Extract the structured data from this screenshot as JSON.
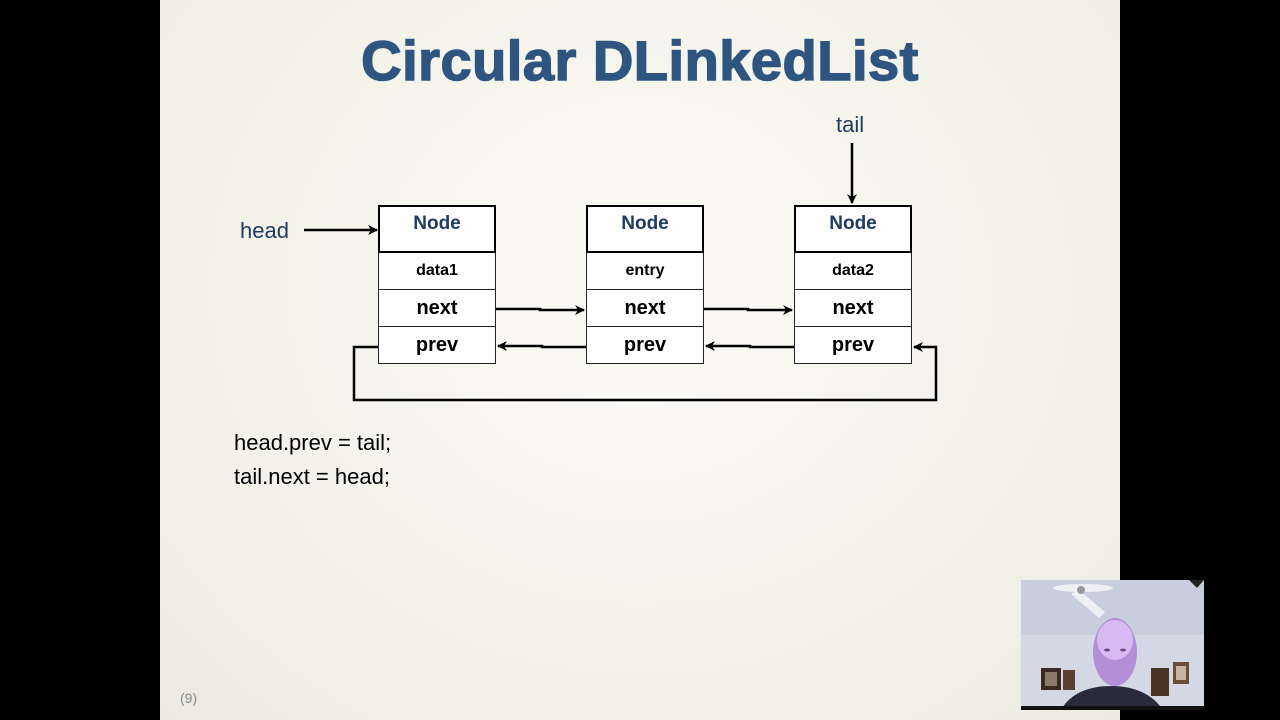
{
  "slide": {
    "title": "Circular DLinkedList",
    "page_number": "(9)"
  },
  "pointers": {
    "head": "head",
    "tail": "tail"
  },
  "nodes": [
    {
      "header": "Node",
      "data": "data1",
      "next": "next",
      "prev": "prev"
    },
    {
      "header": "Node",
      "data": "entry",
      "next": "next",
      "prev": "prev"
    },
    {
      "header": "Node",
      "data": "data2",
      "next": "next",
      "prev": "prev"
    }
  ],
  "code": [
    "head.prev = tail;",
    "tail.next = head;"
  ],
  "colors": {
    "title": "#2e5580",
    "label": "#1f3b63",
    "slide_bg": "#f4f3ea"
  }
}
